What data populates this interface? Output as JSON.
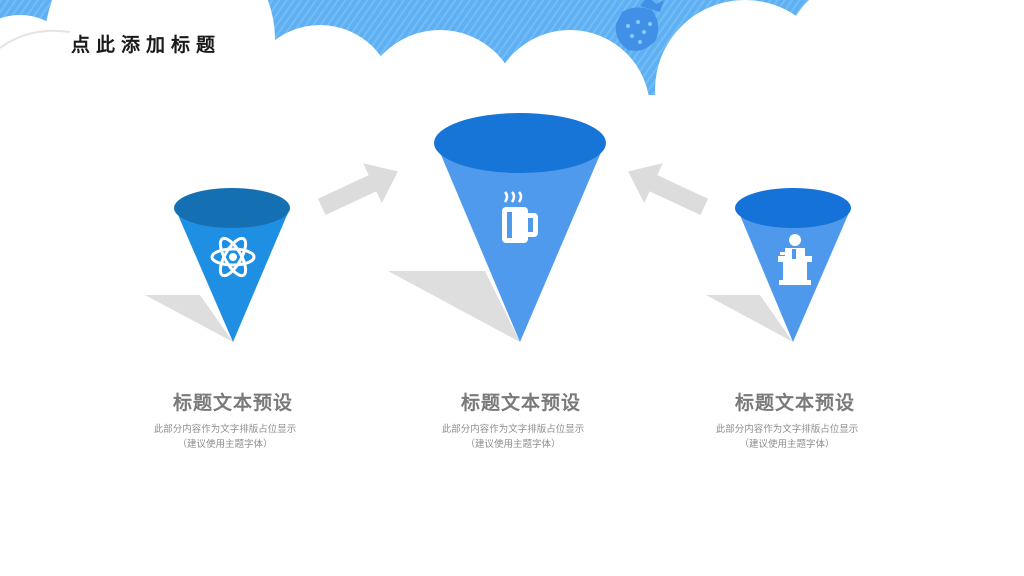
{
  "slide": {
    "title": "点此添加标题"
  },
  "cards": [
    {
      "title": "标题文本预设",
      "desc_line1": "此部分内容作为文字排版占位显示",
      "desc_line2": "（建议使用主题字体）",
      "icon": "atom-icon"
    },
    {
      "title": "标题文本预设",
      "desc_line1": "此部分内容作为文字排版占位显示",
      "desc_line2": "（建议使用主题字体）",
      "icon": "mug-icon"
    },
    {
      "title": "标题文本预设",
      "desc_line1": "此部分内容作为文字排版占位显示",
      "desc_line2": "（建议使用主题字体）",
      "icon": "speaker-podium-icon"
    }
  ],
  "colors": {
    "sky_blue": "#5fb0f3",
    "cone_left": "#1f8fe3",
    "cone_left_top": "#156fb3",
    "cone_center": "#4f9aec",
    "cone_center_top": "#1675d6",
    "cone_right": "#4f99ec",
    "cone_right_top": "#1472d8",
    "shadow": "#dedede",
    "arrow": "#dcdcdc"
  },
  "decor_icon": "strawberry-icon"
}
